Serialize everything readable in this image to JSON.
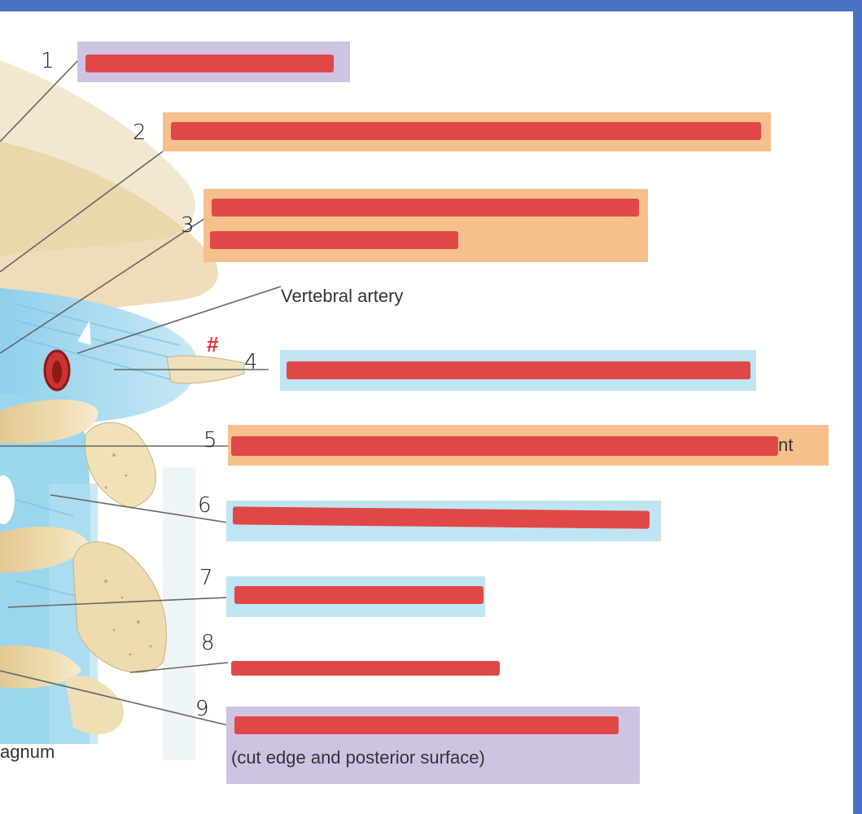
{
  "labels": {
    "vertebral_artery": "Vertebral artery",
    "foramen_partial": "agnum",
    "ligament_fragment": "nt",
    "label_9_line2": "(cut edge and posterior surface)"
  },
  "annotations": {
    "hash": "#",
    "numbers": [
      "1",
      "2",
      "3",
      "4",
      "5",
      "6",
      "7",
      "8",
      "9"
    ]
  },
  "colors": {
    "frame": "#4a72c4",
    "redaction": "#e04848",
    "purple_box": "#cfc3e2",
    "orange_box": "#f5c08b",
    "blue_box": "#bfe5f2"
  }
}
